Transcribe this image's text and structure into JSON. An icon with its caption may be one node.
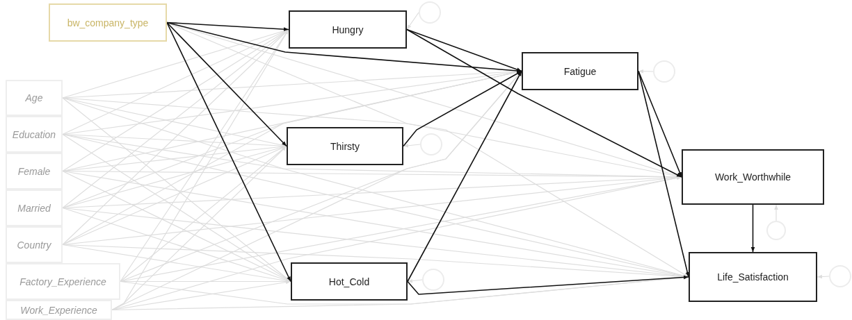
{
  "diagram": {
    "nodes": [
      {
        "text": [
          "bw_company_type"
        ]
      },
      {
        "text": [
          "Age"
        ]
      },
      {
        "text": [
          "Education"
        ]
      },
      {
        "text": [
          "Female"
        ]
      },
      {
        "text": [
          "Married"
        ]
      },
      {
        "text": [
          "Country"
        ]
      },
      {
        "text": [
          "Factory_Experience"
        ]
      },
      {
        "text": [
          "Work_Experience"
        ]
      },
      {
        "text": [
          "Hungry"
        ]
      },
      {
        "text": [
          "Thirsty"
        ]
      },
      {
        "text": [
          "Hot_Cold"
        ]
      },
      {
        "text": [
          "Fatigue"
        ]
      },
      {
        "text": [
          "Work_Worthwhile"
        ]
      },
      {
        "text": [
          "Life_Satisfaction"
        ]
      },
      {
        "text": [],
        "shape": "circle"
      },
      {
        "text": [],
        "shape": "circle"
      },
      {
        "text": [],
        "shape": "circle"
      },
      {
        "text": [],
        "shape": "circle"
      },
      {
        "text": [],
        "shape": "circle"
      },
      {
        "text": [],
        "shape": "circle"
      }
    ],
    "edges": [
      {
        "from": 1,
        "to": 8,
        "arrow": "to"
      },
      {
        "from": 1,
        "to": 9,
        "arrow": "to"
      },
      {
        "from": 1,
        "to": 10,
        "arrow": "to"
      },
      {
        "from": 1,
        "to": 11,
        "arrow": "to"
      },
      {
        "from": 1,
        "to": 12,
        "arrow": "to"
      },
      {
        "from": 1,
        "to": 13,
        "arrow": "to"
      },
      {
        "from": 2,
        "to": 8,
        "arrow": "to"
      },
      {
        "from": 2,
        "to": 9,
        "arrow": "to"
      },
      {
        "from": 2,
        "to": 10,
        "arrow": "to"
      },
      {
        "from": 2,
        "to": 11,
        "arrow": "to"
      },
      {
        "from": 2,
        "to": 12,
        "arrow": "to"
      },
      {
        "from": 2,
        "to": 13,
        "arrow": "to"
      },
      {
        "from": 3,
        "to": 8,
        "arrow": "to"
      },
      {
        "from": 3,
        "to": 9,
        "arrow": "to"
      },
      {
        "from": 3,
        "to": 10,
        "arrow": "to"
      },
      {
        "from": 3,
        "to": 11,
        "arrow": "to"
      },
      {
        "from": 3,
        "to": 12,
        "arrow": "to"
      },
      {
        "from": 3,
        "to": 13,
        "arrow": "to"
      },
      {
        "from": 4,
        "to": 8,
        "arrow": "to"
      },
      {
        "from": 4,
        "to": 9,
        "arrow": "to"
      },
      {
        "from": 4,
        "to": 10,
        "arrow": "to"
      },
      {
        "from": 4,
        "to": 11,
        "arrow": "to"
      },
      {
        "from": 4,
        "to": 12,
        "arrow": "to"
      },
      {
        "from": 4,
        "to": 13,
        "arrow": "to"
      },
      {
        "from": 5,
        "to": 8,
        "arrow": "to"
      },
      {
        "from": 5,
        "to": 9,
        "arrow": "to"
      },
      {
        "from": 5,
        "to": 10,
        "arrow": "to"
      },
      {
        "from": 5,
        "to": 11,
        "arrow": "to"
      },
      {
        "from": 5,
        "to": 12,
        "arrow": "to"
      },
      {
        "from": 5,
        "to": 13,
        "arrow": "to"
      },
      {
        "from": 6,
        "to": 8,
        "arrow": "to"
      },
      {
        "from": 6,
        "to": 9,
        "arrow": "to"
      },
      {
        "from": 6,
        "to": 10,
        "arrow": "to"
      },
      {
        "from": 6,
        "to": 11,
        "arrow": "to"
      },
      {
        "from": 6,
        "to": 12,
        "arrow": "to"
      },
      {
        "from": 6,
        "to": 13,
        "arrow": "to"
      },
      {
        "from": 7,
        "to": 8,
        "arrow": "to"
      },
      {
        "from": 7,
        "to": 9,
        "arrow": "to"
      },
      {
        "from": 7,
        "to": 10,
        "arrow": "to"
      },
      {
        "from": 7,
        "to": 11,
        "arrow": "to"
      },
      {
        "from": 7,
        "to": 12,
        "arrow": "to"
      },
      {
        "from": 7,
        "to": 13,
        "arrow": "to"
      },
      {
        "from": 0,
        "to": 12,
        "arrow": "to"
      },
      {
        "from": 0,
        "to": 13,
        "arrow": "to"
      },
      {
        "from": 14,
        "to": 8,
        "arrow": "to"
      },
      {
        "from": 15,
        "to": 9,
        "arrow": "to"
      },
      {
        "from": 16,
        "to": 10,
        "arrow": "to"
      },
      {
        "from": 17,
        "to": 11,
        "arrow": "to"
      },
      {
        "from": 18,
        "to": 12,
        "arrow": "to"
      },
      {
        "from": 19,
        "to": 13,
        "arrow": "to"
      },
      {
        "from": 0,
        "to": 8,
        "arrow": "to",
        "color": "#111111"
      },
      {
        "from": 0,
        "to": 11,
        "arrow": "to",
        "color": "#111111"
      },
      {
        "from": 0,
        "to": 9,
        "arrow": "to",
        "color": "#111111"
      },
      {
        "from": 0,
        "to": 10,
        "arrow": "to",
        "color": "#111111"
      },
      {
        "from": 8,
        "to": 11,
        "arrow": "to",
        "color": "#111111"
      },
      {
        "from": 8,
        "to": 12,
        "arrow": "to",
        "color": "#111111"
      },
      {
        "from": 9,
        "to": 11,
        "arrow": "to",
        "color": "#111111"
      },
      {
        "from": 10,
        "to": 11,
        "arrow": "to",
        "color": "#111111"
      },
      {
        "from": 10,
        "to": 13,
        "arrow": "to",
        "color": "#111111"
      },
      {
        "from": 11,
        "to": 12,
        "arrow": "to",
        "color": "#111111"
      },
      {
        "from": 11,
        "to": 13,
        "arrow": "to",
        "color": "#111111"
      },
      {
        "from": 12,
        "to": 13,
        "arrow": "to",
        "color": "#111111"
      }
    ]
  }
}
